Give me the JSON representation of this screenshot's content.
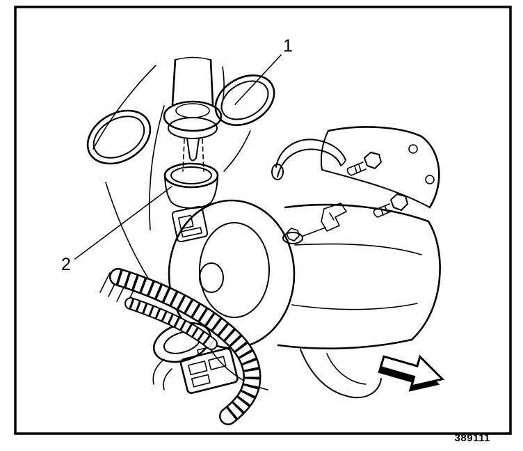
{
  "figure": {
    "number": "389111",
    "callouts": [
      {
        "label": "1"
      },
      {
        "label": "2"
      }
    ]
  },
  "colors": {
    "ink": "#000000",
    "paper": "#ffffff"
  }
}
